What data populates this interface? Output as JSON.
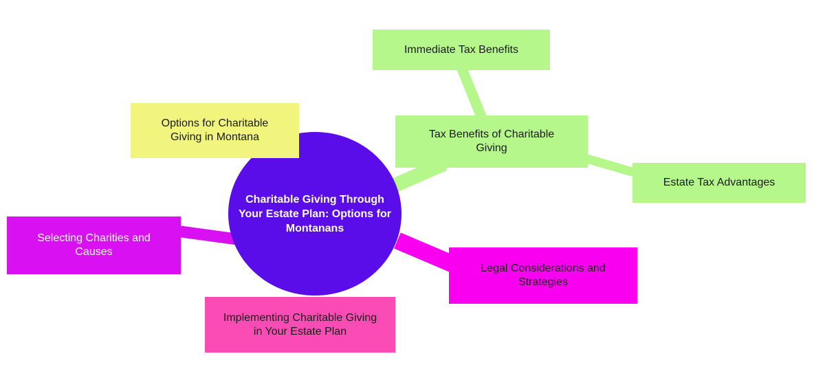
{
  "diagram": {
    "type": "mindmap",
    "background_color": "#ffffff",
    "center": {
      "id": "root",
      "label": "Charitable Giving Through Your Estate Plan: Options for Montanans",
      "color": "#5a0de8",
      "text_color": "#ffffff"
    },
    "nodes": [
      {
        "id": "options-giving-montana",
        "label": "Options for Charitable Giving in Montana",
        "color": "#f1f57e",
        "text_color": "#1a1a1a"
      },
      {
        "id": "immediate-tax-benefits",
        "label": "Immediate Tax Benefits",
        "color": "#b6f78c",
        "text_color": "#1a1a1a"
      },
      {
        "id": "tax-benefits-charitable-giving",
        "label": "Tax Benefits of Charitable Giving",
        "color": "#b6f78c",
        "text_color": "#1a1a1a"
      },
      {
        "id": "estate-tax-advantages",
        "label": "Estate Tax Advantages",
        "color": "#b6f78c",
        "text_color": "#1a1a1a"
      },
      {
        "id": "selecting-charities-causes",
        "label": "Selecting Charities and Causes",
        "color": "#d911f2",
        "text_color": "#ffffff"
      },
      {
        "id": "legal-considerations-strategies",
        "label": "Legal Considerations and Strategies",
        "color": "#fa00f0",
        "text_color": "#1a1a1a"
      },
      {
        "id": "implementing-charitable-giving",
        "label": "Implementing Charitable Giving in Your Estate Plan",
        "color": "#fa4cb4",
        "text_color": "#1a1a1a"
      }
    ],
    "edges": [
      {
        "id": "edge-root-options",
        "from": "root",
        "to": "options-giving-montana",
        "color": "#f1f57e"
      },
      {
        "id": "edge-taxbenefits-immediate",
        "from": "tax-benefits-charitable-giving",
        "to": "immediate-tax-benefits",
        "color": "#b6f78c"
      },
      {
        "id": "edge-root-taxbenefits",
        "from": "root",
        "to": "tax-benefits-charitable-giving",
        "color": "#b6f78c"
      },
      {
        "id": "edge-taxbenefits-estate",
        "from": "tax-benefits-charitable-giving",
        "to": "estate-tax-advantages",
        "color": "#b6f78c"
      },
      {
        "id": "edge-root-selecting",
        "from": "root",
        "to": "selecting-charities-causes",
        "color": "#d911f2"
      },
      {
        "id": "edge-root-legal",
        "from": "root",
        "to": "legal-considerations-strategies",
        "color": "#fa00f0"
      }
    ]
  }
}
